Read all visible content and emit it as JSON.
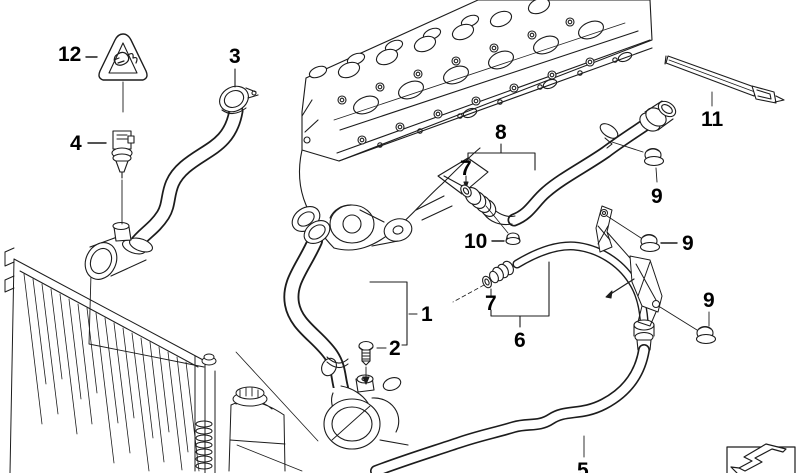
{
  "diagram": {
    "background_color": "#ffffff",
    "line_color": "#1c1c1c",
    "labels": [
      {
        "text": "12"
      },
      {
        "text": "3"
      },
      {
        "text": "4"
      },
      {
        "text": "8"
      },
      {
        "text": "11"
      },
      {
        "text": "7"
      },
      {
        "text": "9"
      },
      {
        "text": "10"
      },
      {
        "text": "9"
      },
      {
        "text": "1"
      },
      {
        "text": "2"
      },
      {
        "text": "7"
      },
      {
        "text": "6"
      },
      {
        "text": "9"
      },
      {
        "text": "5"
      }
    ],
    "icons": {
      "warning_triangle": "scald-hazard-warning-triangle",
      "nav_arrow": "zigzag-direction-arrow"
    }
  }
}
